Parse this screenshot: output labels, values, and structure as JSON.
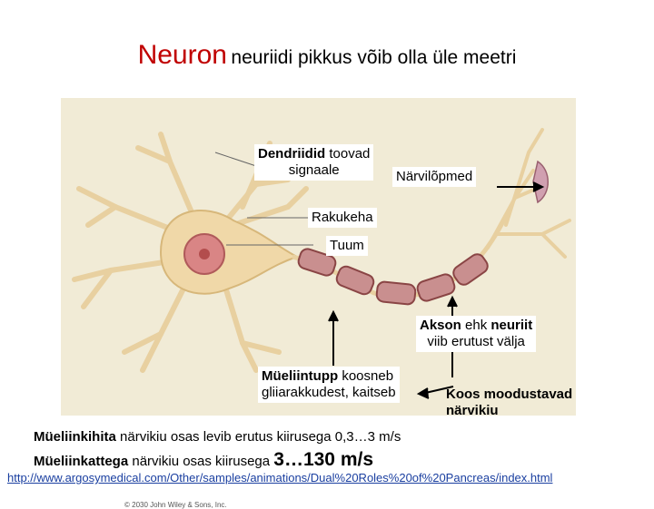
{
  "title": {
    "main": "Neuron",
    "subtitle": "neuriidi pikkus võib olla üle meetri"
  },
  "figure": {
    "credit": "© 2030 John Wiley & Sons, Inc."
  },
  "labels": {
    "dendrites_bold": "Dendriidid",
    "dendrites_rest1": " toovad",
    "dendrites_rest2": "signaale",
    "nerve_endings": "Närvilõpmed",
    "cell_body": "Rakukeha",
    "nucleus": "Tuum",
    "axon_bold": "Akson",
    "axon_mid": " ehk ",
    "axon_bold2": "neuriit",
    "axon_line2": "viib erutust välja",
    "myelin_bold": "Müeliintupp",
    "myelin_rest1": " koosneb",
    "myelin_line2": "gliiarakkudest, kaitseb",
    "fiber_line1": "Koos moodustavad",
    "fiber_line2": "närvikiu"
  },
  "bottom": {
    "line1_bold": "Müeliinkihita",
    "line1_rest": "  närvikiu osas levib erutus kiirusega 0,3…3 m/s",
    "line2_bold": "Müeliinkattega",
    "line2_rest": " närvikiu osas  kiirusega ",
    "line2_speed": "3…130 m/s"
  },
  "link": "http://www.argosymedical.com/Other/samples/animations/Dual%20Roles%20of%20Pancreas/index.html"
}
